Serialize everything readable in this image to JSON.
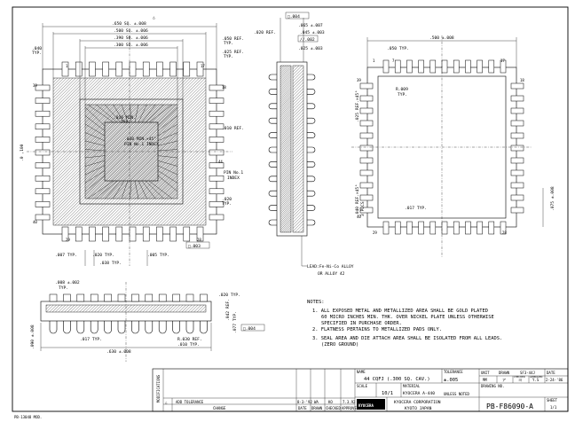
{
  "top_view": {
    "pin_labels": {
      "p1": "1",
      "p39": "39",
      "p17": "17",
      "p18": "18",
      "p28": "28",
      "p29": "29",
      "p40": "40",
      "p44": "44"
    },
    "dims": {
      "sq650": ".650 SQ. ±.008",
      "sq500": ".500 SQ. ±.006",
      "sq390": ".390 SQ. ±.006",
      "sq300": ".300 SQ. ±.006",
      "d040": ".040",
      "typ": "TYP.",
      "ref050": ".050 REF.",
      "typ2": "TYP.",
      "ref025": ".025 REF.",
      "typ3": "TYP.",
      "ref010": ".010 REF.",
      "min010": ".010 MIN.",
      "typ4": "TYP.",
      "min030": ".030 MIN.×45°",
      "pin1idx": "PIN No.1 INDEX",
      "pin1idx2": "PIN No.1",
      "index": "INDEX",
      "d007": ".007 TYP.",
      "d038": ".038 TYP.",
      "d005": ".005 TYP.",
      "d020": ".020 TYP.",
      "d020b": ".020",
      "typ5": "TYP.",
      "d100": ".0 ,100",
      "flat": "□.003"
    },
    "warn": "△"
  },
  "side_view": {
    "tol004": "□.004",
    "d065": ".065 ±.007",
    "d020ref": ".020 REF.",
    "d045": ".045 ±.003",
    "tol002": "//.002",
    "d025": ".025 ±.003",
    "lead1": "LEAD:Fe-Ni-Co ALLOY",
    "lead2": "OR ALLOY 42"
  },
  "bottom_view": {
    "d050": ".050 TYP.",
    "d500": ".500 ±.008",
    "r009": "R.009",
    "typ": "TYP.",
    "c025": ".025 REF.×45°",
    "c040": ".040 REF.×45°",
    "plcs": "3 PLCS",
    "d017": ".017 TYP.",
    "d075": ".075 ±.008",
    "pins": {
      "p1": "1",
      "p7": "7",
      "p17": "17",
      "p39": "39",
      "p40": "40",
      "p29": "29",
      "p28": "28",
      "p18": "18"
    }
  },
  "front_view": {
    "d008": ".008 ±.002",
    "typ": "TYP.",
    "d020": ".020 TYP.",
    "d017": ".017 TYP.",
    "r030": "R.030 REF.",
    "d010": ".010 TYP.",
    "d630": ".630 ±.008",
    "d042": ".042 REF.",
    "d077": ".077 TYP.",
    "d090": ".090 ±.008",
    "tol004": "□.004"
  },
  "notes": {
    "heading": "NOTES:",
    "n1a": "1. ALL EXPOSED METAL AND METALLIZED AREA SHALL BE GOLD PLATED",
    "n1b": "60 MICRO INCHES MIN. THK. OVER NICKEL PLATE UNLESS OTHERWISE",
    "n1c": "SPECIFIED IN PURCHASE ORDER.",
    "n2": "2. FLATNESS PERTAINS TO METALLIZED PADS ONLY.",
    "n3a": "3. SEAL AREA AND DIE ATTACH AREA SHALL BE ISOLATED FROM ALL LEADS.",
    "n3b": "(ZERO GROUND)"
  },
  "title_block": {
    "modifications": "MODIFICATIONS",
    "add_tol": "ADD TOLERANCE",
    "change": "CHANGE",
    "mark": "△",
    "date1": "8-3-'92",
    "dr1": "WA",
    "ck1": "KO",
    "ap1": "7.3.92",
    "col_date": "DATE",
    "col_drawn": "DRAWN",
    "col_checked": "CHECKED",
    "col_approved": "APPROVED",
    "name_lbl": "NAME",
    "name_val": "44 CQFJ (.300 SQ. CAV.)",
    "scale_lbl": "SCALE",
    "scale_val": "10/1",
    "tol_lbl": "TOLERANCE",
    "tol_val": "±.005",
    "tol_sub": "UNLESS NOTED",
    "material_lbl": "MATERIAL",
    "material_val": "KYOCERA A-440",
    "company": "KYOCERA CORPORATION",
    "city": "KYOTO JAPAN",
    "logo": "KYOCERA",
    "ref": "SF3-44J",
    "unit_lbl": "UNIT",
    "unit_val": "MM",
    "drawn_lbl": "DRAWN",
    "checked_lbl": "CHECKED",
    "approved_lbl": "APPROVED",
    "date_lbl": "DATE",
    "drawn_val": "ア",
    "checked_val": "ヨ",
    "approved_val": "Y.S",
    "date_val": "2-24-'86",
    "dwgno_lbl": "DRAWING NO.",
    "dwgno": "PB-F86090-A",
    "sheet_lbl": "SHEET",
    "sheet_val": "1/1"
  },
  "footer_id": "PB-13048 MOD."
}
